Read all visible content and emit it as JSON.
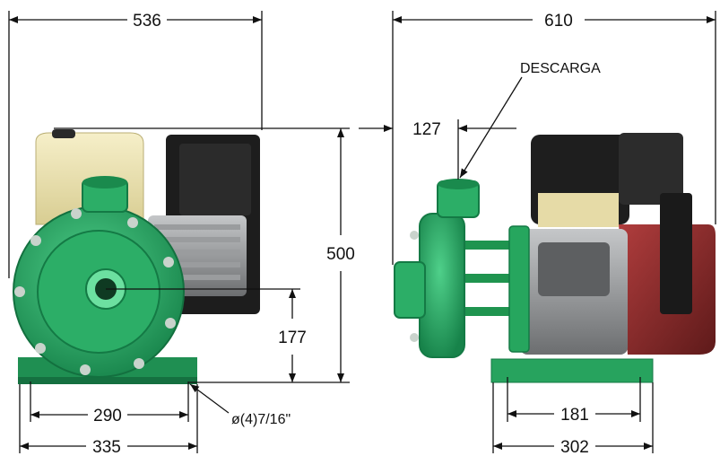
{
  "dimensions": {
    "left_top_width": "536",
    "right_top_width": "610",
    "height_total": "500",
    "shaft_height": "177",
    "left_base_inner": "290",
    "left_base_outer": "335",
    "discharge_offset": "127",
    "right_base_inner": "181",
    "right_base_outer": "302"
  },
  "labels": {
    "discharge": "DESCARGA",
    "bolt_holes": "ø(4)7/16\""
  },
  "colors": {
    "pump_green": "#2bb36b",
    "pump_dark": "#17834a",
    "tank_cream": "#efe7b8",
    "engine_black": "#1b1b1b",
    "engine_gray": "#8d8f91",
    "shroud_red": "#8c2b2b",
    "base_green": "#27a35e",
    "line": "#111111"
  }
}
